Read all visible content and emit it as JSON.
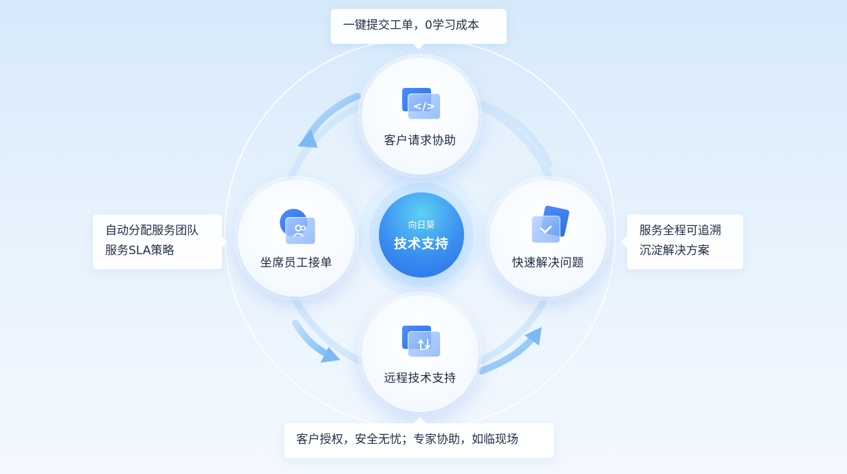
{
  "center": {
    "subtitle": "向日葵",
    "title": "技术支持"
  },
  "nodes": {
    "top": {
      "label": "客户请求协助",
      "icon": "code-window-icon"
    },
    "left": {
      "label": "坐席员工接单",
      "icon": "team-users-icon"
    },
    "right": {
      "label": "快速解决问题",
      "icon": "check-shield-icon"
    },
    "bottom": {
      "label": "远程技术支持",
      "icon": "transfer-arrows-icon"
    }
  },
  "callouts": {
    "top": {
      "lines": [
        "一键提交工单，0学习成本"
      ]
    },
    "left": {
      "lines": [
        "自动分配服务团队",
        "服务SLA策略"
      ]
    },
    "right": {
      "lines": [
        "服务全程可追溯",
        "沉淀解决方案"
      ]
    },
    "bottom": {
      "lines": [
        "客户授权，安全无忧；专家协助，如临现场"
      ]
    }
  },
  "colors": {
    "accent": "#3a8ff0",
    "accent_light": "#5fd0f5",
    "arrow": "#8fc4f8",
    "background": "#e6f2fd"
  }
}
